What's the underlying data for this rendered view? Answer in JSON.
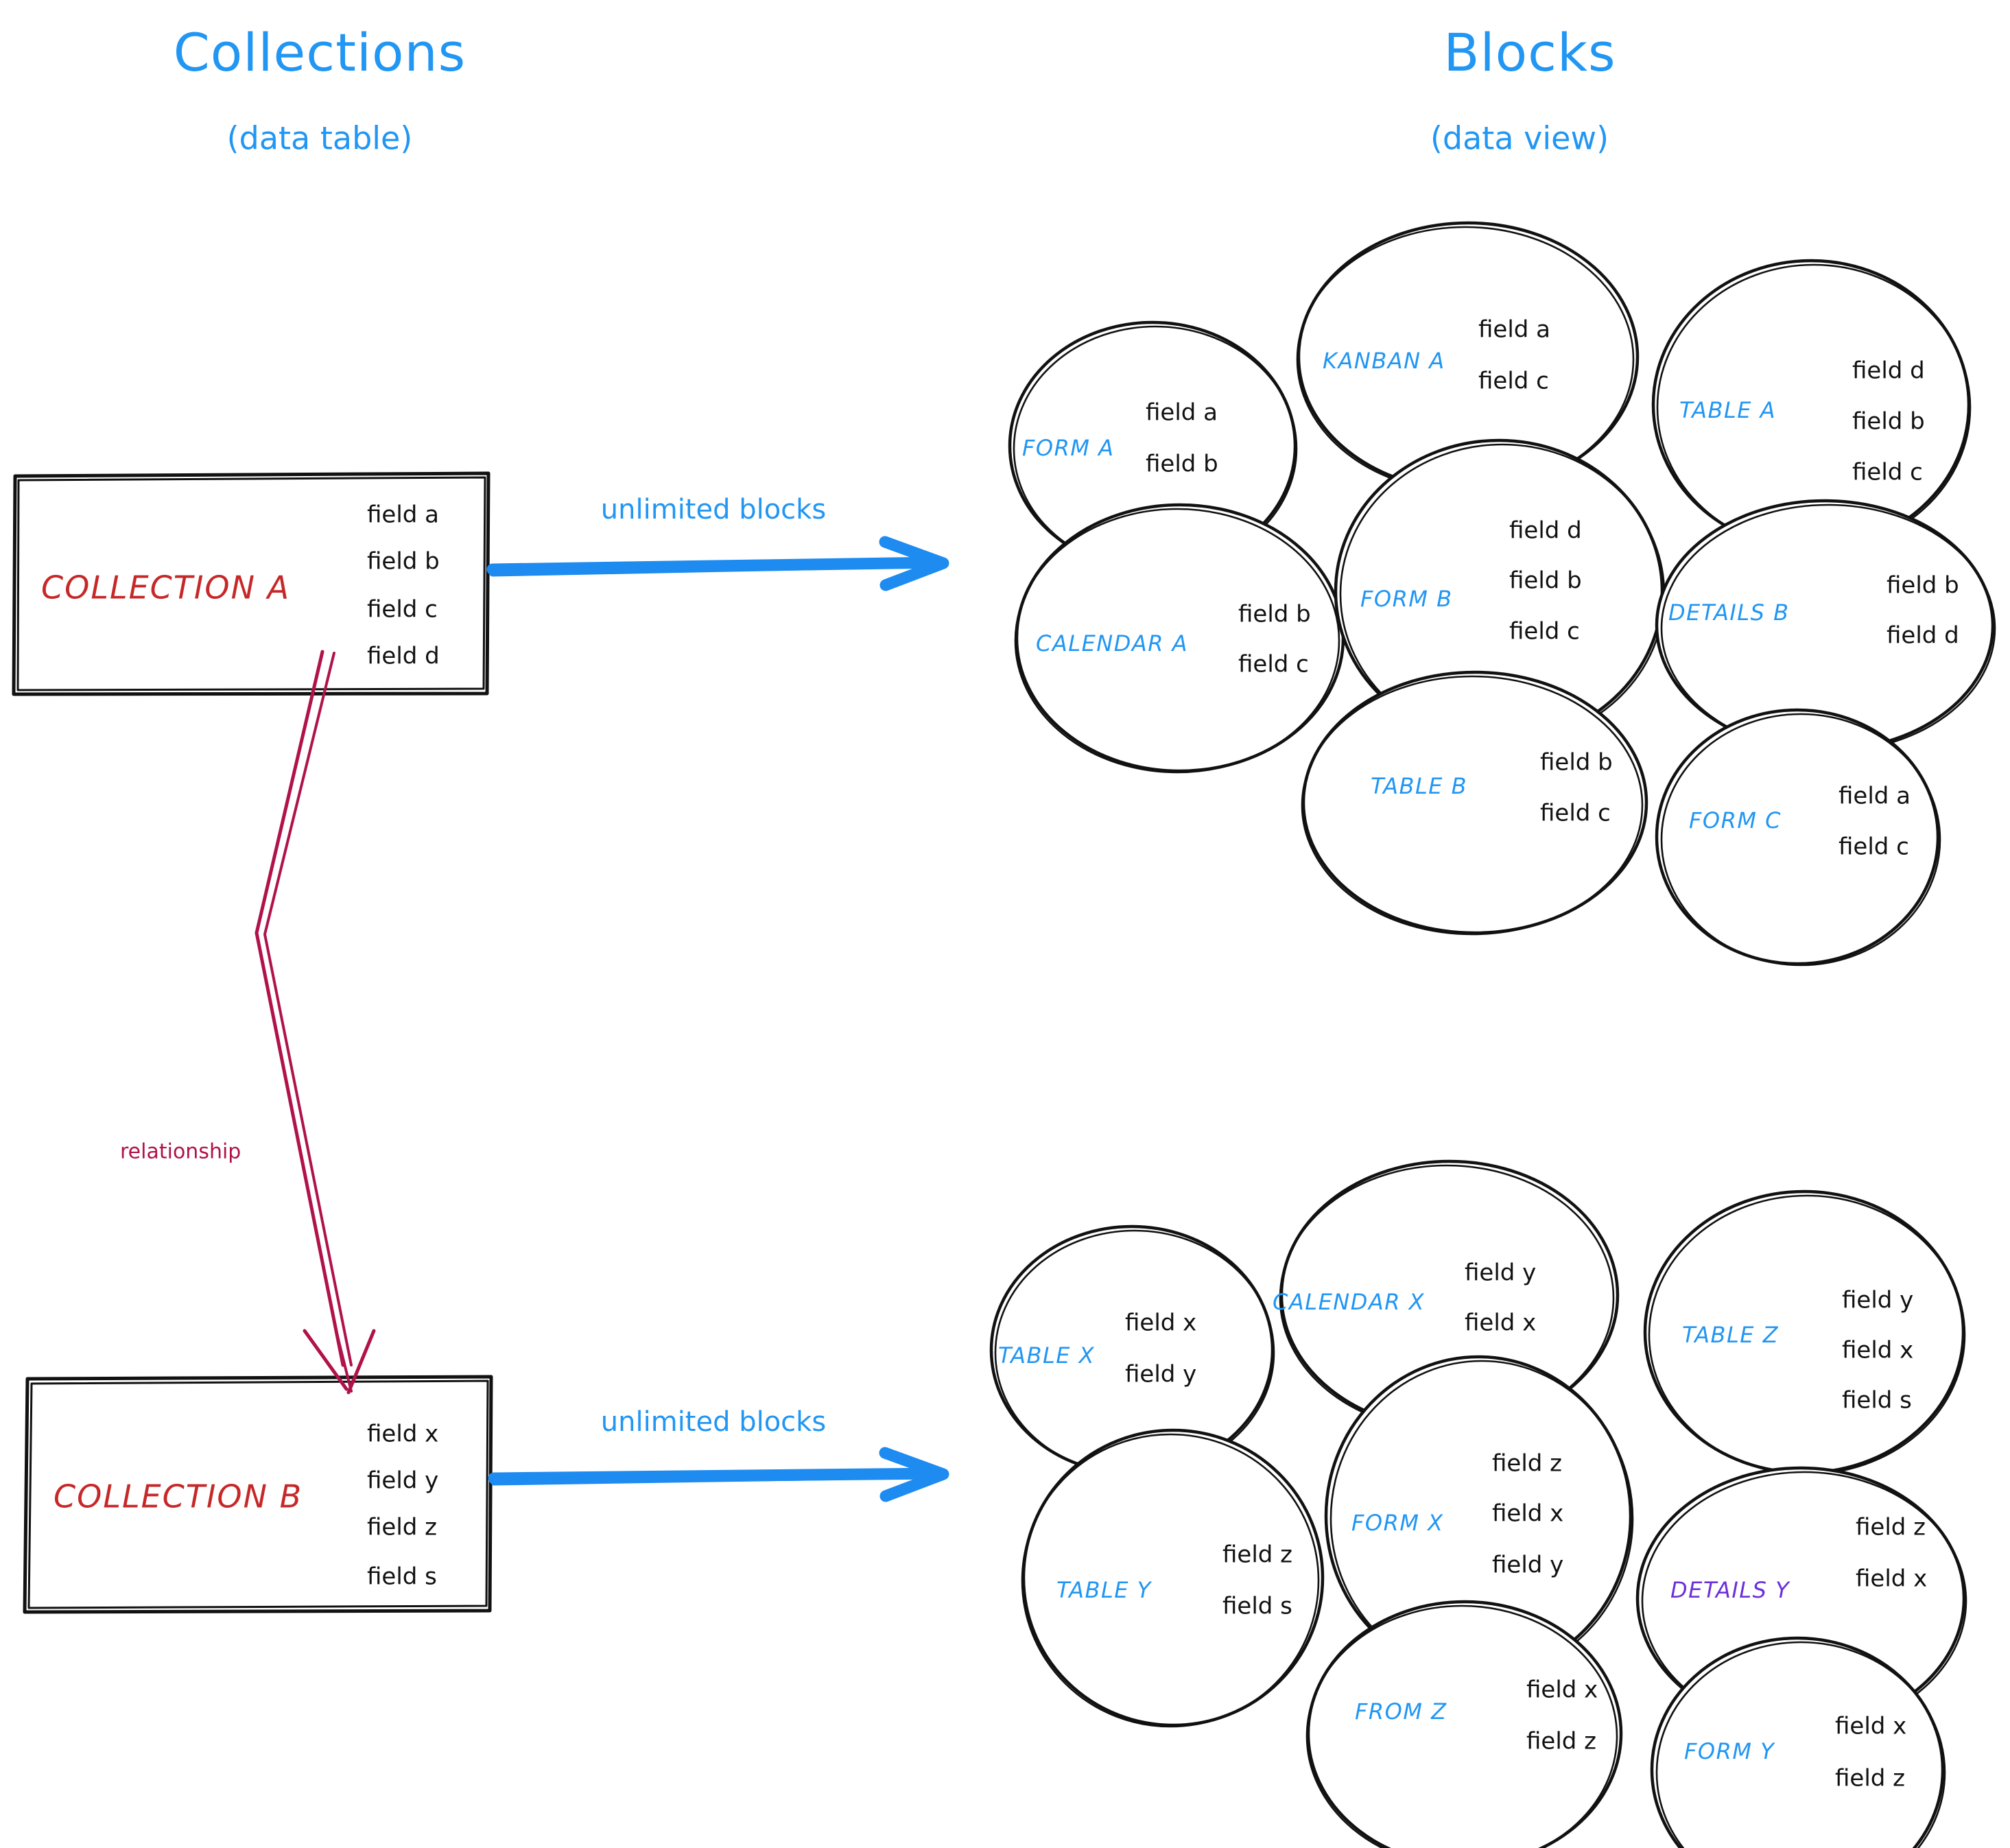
{
  "headers": {
    "left": {
      "title": "Collections",
      "subtitle": "(data table)"
    },
    "right": {
      "title": "Blocks",
      "subtitle": "(data view)"
    }
  },
  "colors": {
    "accent_blue": "#2196f3",
    "arrow_blue": "#1e8bf0",
    "collection_red": "#c62828",
    "relationship_crimson": "#b0124a",
    "details_purple": "#6c30d9",
    "outline_black": "#111111",
    "background": "#ffffff"
  },
  "collections": [
    {
      "name": "COLLECTION A",
      "fields": [
        "field a",
        "field b",
        "field c",
        "field d"
      ],
      "arrow_label": "unlimited blocks"
    },
    {
      "name": "COLLECTION B",
      "fields": [
        "field x",
        "field y",
        "field z",
        "field s"
      ],
      "arrow_label": "unlimited blocks"
    }
  ],
  "relationship": {
    "label": "relationship",
    "from": "COLLECTION A",
    "to": "COLLECTION B"
  },
  "block_groups": [
    {
      "source": "COLLECTION A",
      "blocks": [
        {
          "name": "FORM A",
          "fields": [
            "field a",
            "field b"
          ],
          "color": "blue"
        },
        {
          "name": "KANBAN A",
          "fields": [
            "field a",
            "field c"
          ],
          "color": "blue"
        },
        {
          "name": "TABLE A",
          "fields": [
            "field d",
            "field b",
            "field c"
          ],
          "color": "blue"
        },
        {
          "name": "CALENDAR A",
          "fields": [
            "field b",
            "field c"
          ],
          "color": "blue"
        },
        {
          "name": "FORM B",
          "fields": [
            "field d",
            "field b",
            "field c"
          ],
          "color": "blue"
        },
        {
          "name": "DETAILS B",
          "fields": [
            "field b",
            "field d"
          ],
          "color": "blue"
        },
        {
          "name": "TABLE B",
          "fields": [
            "field b",
            "field c"
          ],
          "color": "blue"
        },
        {
          "name": "FORM C",
          "fields": [
            "field a",
            "field c"
          ],
          "color": "blue"
        }
      ]
    },
    {
      "source": "COLLECTION B",
      "blocks": [
        {
          "name": "TABLE X",
          "fields": [
            "field x",
            "field y"
          ],
          "color": "blue"
        },
        {
          "name": "CALENDAR X",
          "fields": [
            "field y",
            "field x"
          ],
          "color": "blue"
        },
        {
          "name": "TABLE Z",
          "fields": [
            "field y",
            "field x",
            "field s"
          ],
          "color": "blue"
        },
        {
          "name": "TABLE Y",
          "fields": [
            "field z",
            "field s"
          ],
          "color": "blue"
        },
        {
          "name": "FORM X",
          "fields": [
            "field z",
            "field x",
            "field y"
          ],
          "color": "blue"
        },
        {
          "name": "DETAILS Y",
          "fields": [
            "field z",
            "field x"
          ],
          "color": "purple"
        },
        {
          "name": "FROM Z",
          "fields": [
            "field x",
            "field z"
          ],
          "color": "blue"
        },
        {
          "name": "FORM Y",
          "fields": [
            "field x",
            "field z"
          ],
          "color": "blue"
        }
      ]
    }
  ]
}
